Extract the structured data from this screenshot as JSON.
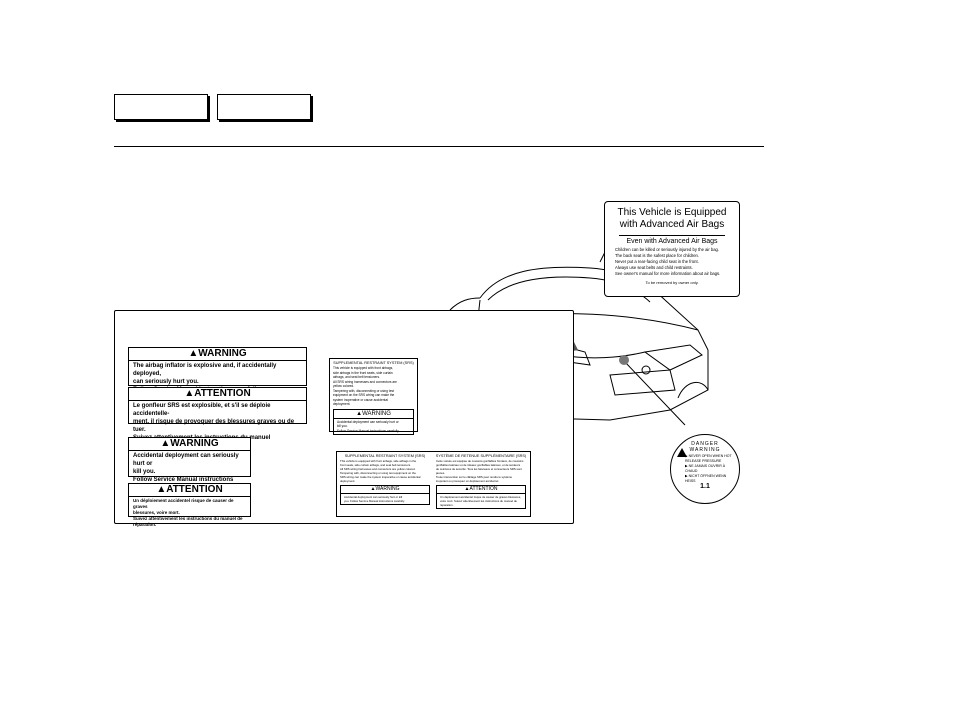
{
  "nav": {
    "prev_label": "",
    "next_label": ""
  },
  "advanced_label": {
    "title": "This Vehicle is Equipped with Advanced Air Bags",
    "subtitle": "Even with Advanced Air Bags",
    "lines": "Children can be killed or seriously injured by the air bag.\nThe back seat is the safest place for children.\nNever put a rear-facing child seat in the front.\nAlways use seat belts and child restraints.\nSee owner's manual for more information about air bags.",
    "footer": "To be removed by owner only."
  },
  "labels": {
    "warning1": {
      "heading": "▲WARNING",
      "body": "The airbag inflator is explosive and, if accidentally deployed,\ncan seriously hurt you.\nFollow Service Manual instructions carefully."
    },
    "attention1": {
      "heading": "▲ATTENTION",
      "body": "Le gonfleur SRS est explosible, et s'il se déploie accidentelle-\nment, il risque de provoquer des blessures graves ou de tuer.\nSuivez attentivement les instructions du manuel d'entretien."
    },
    "warning2": {
      "heading": "▲WARNING",
      "body": "Accidental deployment can seriously hurt or\nkill you.\nFollow Service Manual instructions carefully."
    },
    "attention2": {
      "heading": "▲ATTENTION",
      "body": "Un déploiement accidentel risque de causer de graves\nblessures, voire mort.\nSuivez attentivement les instructions du manuel de réparation."
    },
    "srs_panel": {
      "heading": "SUPPLEMENTAL RESTRAINT SYSTEM (SRS)",
      "body": "This vehicle is equipped with front airbags,\nside airbags in the front seats, side curtain\nairbags, and seat belt tensioners.\nAll SRS wiring harnesses and connectors are\nyellow colored.\nTampering with, disconnecting or using test\nequipment on the SRS wiring can make the\nsystem inoperative or cause accidental\ndeployment.",
      "warning_heading": "▲WARNING",
      "warning_body": "Accidental deployment can seriously hurt or\nkill you.\nFollow Service Manual instructions carefully."
    },
    "bilingual_panel": {
      "heading_en": "SUPPLEMENTAL RESTRAINT SYSTEM (SRS)",
      "heading_fr": "SYSTÈME DE RETENUE SUPPLÉMENTAIRE (SRS)",
      "body_en": "This vehicle is equipped with front airbags, side airbags in the\nfront seats, side curtain airbags, and seat belt tensioners.\nAll SRS wiring harnesses and connectors are yellow colored.\nTampering with, disconnecting or using test equipment on the\nSRS wiring can make the system inoperative or cause accidental\ndeployment.",
      "body_fr": "Cette voiture est équipée de coussins gonflables frontaux, de coussins\ngonflables latéraux et de rideaux gonflables latéraux, et de tendeurs\nde ceintures de sécurité. Tous les faisceaux et connecteurs SRS sont jaunes.\nToute intervention sur le câblage SRS peut rendre le système\ninopérant ou provoquer un déploiement accidentel.",
      "warning_heading": "▲WARNING",
      "warning_body": "Accidental deployment can seriously hurt or kill\nyou. Follow Service Manual instructions carefully.",
      "attention_heading": "▲ATTENTION",
      "attention_body": "Un déploiement accidentel risque de causer de graves blessures,\nvoire mort. Suivez attentivement les instructions du manuel de réparation."
    }
  },
  "danger_label": {
    "title": "DANGER",
    "subtitle": "WARNING",
    "lines": "▶ NEVER OPEN WHEN HOT\n  RELEASE PRESSURE\n▶ NE JAMAIS OUVRIR À CHAUD\n▶ NICHT ÖFFNEN WENN HEISS",
    "number": "1.1"
  }
}
